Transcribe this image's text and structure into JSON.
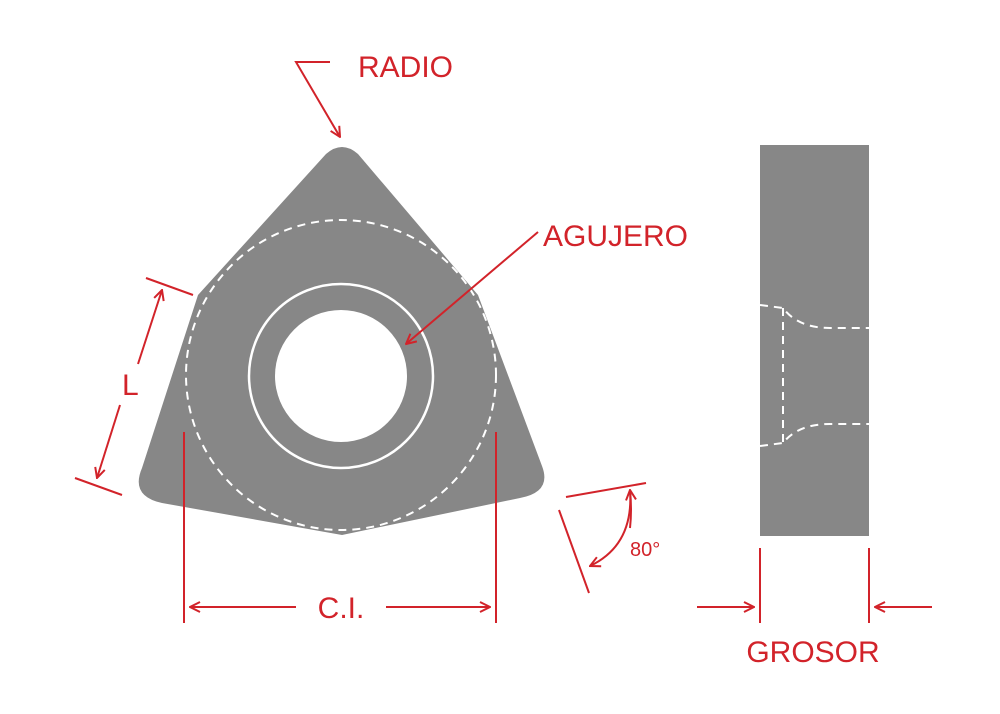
{
  "labels": {
    "radio": "RADIO",
    "agujero": "AGUJERO",
    "l": "L",
    "ci": "C.I.",
    "angle": "80°",
    "grosor": "GROSOR"
  },
  "colors": {
    "accent": "#d2232a",
    "insert": "#878787",
    "dashed": "#ffffff"
  }
}
